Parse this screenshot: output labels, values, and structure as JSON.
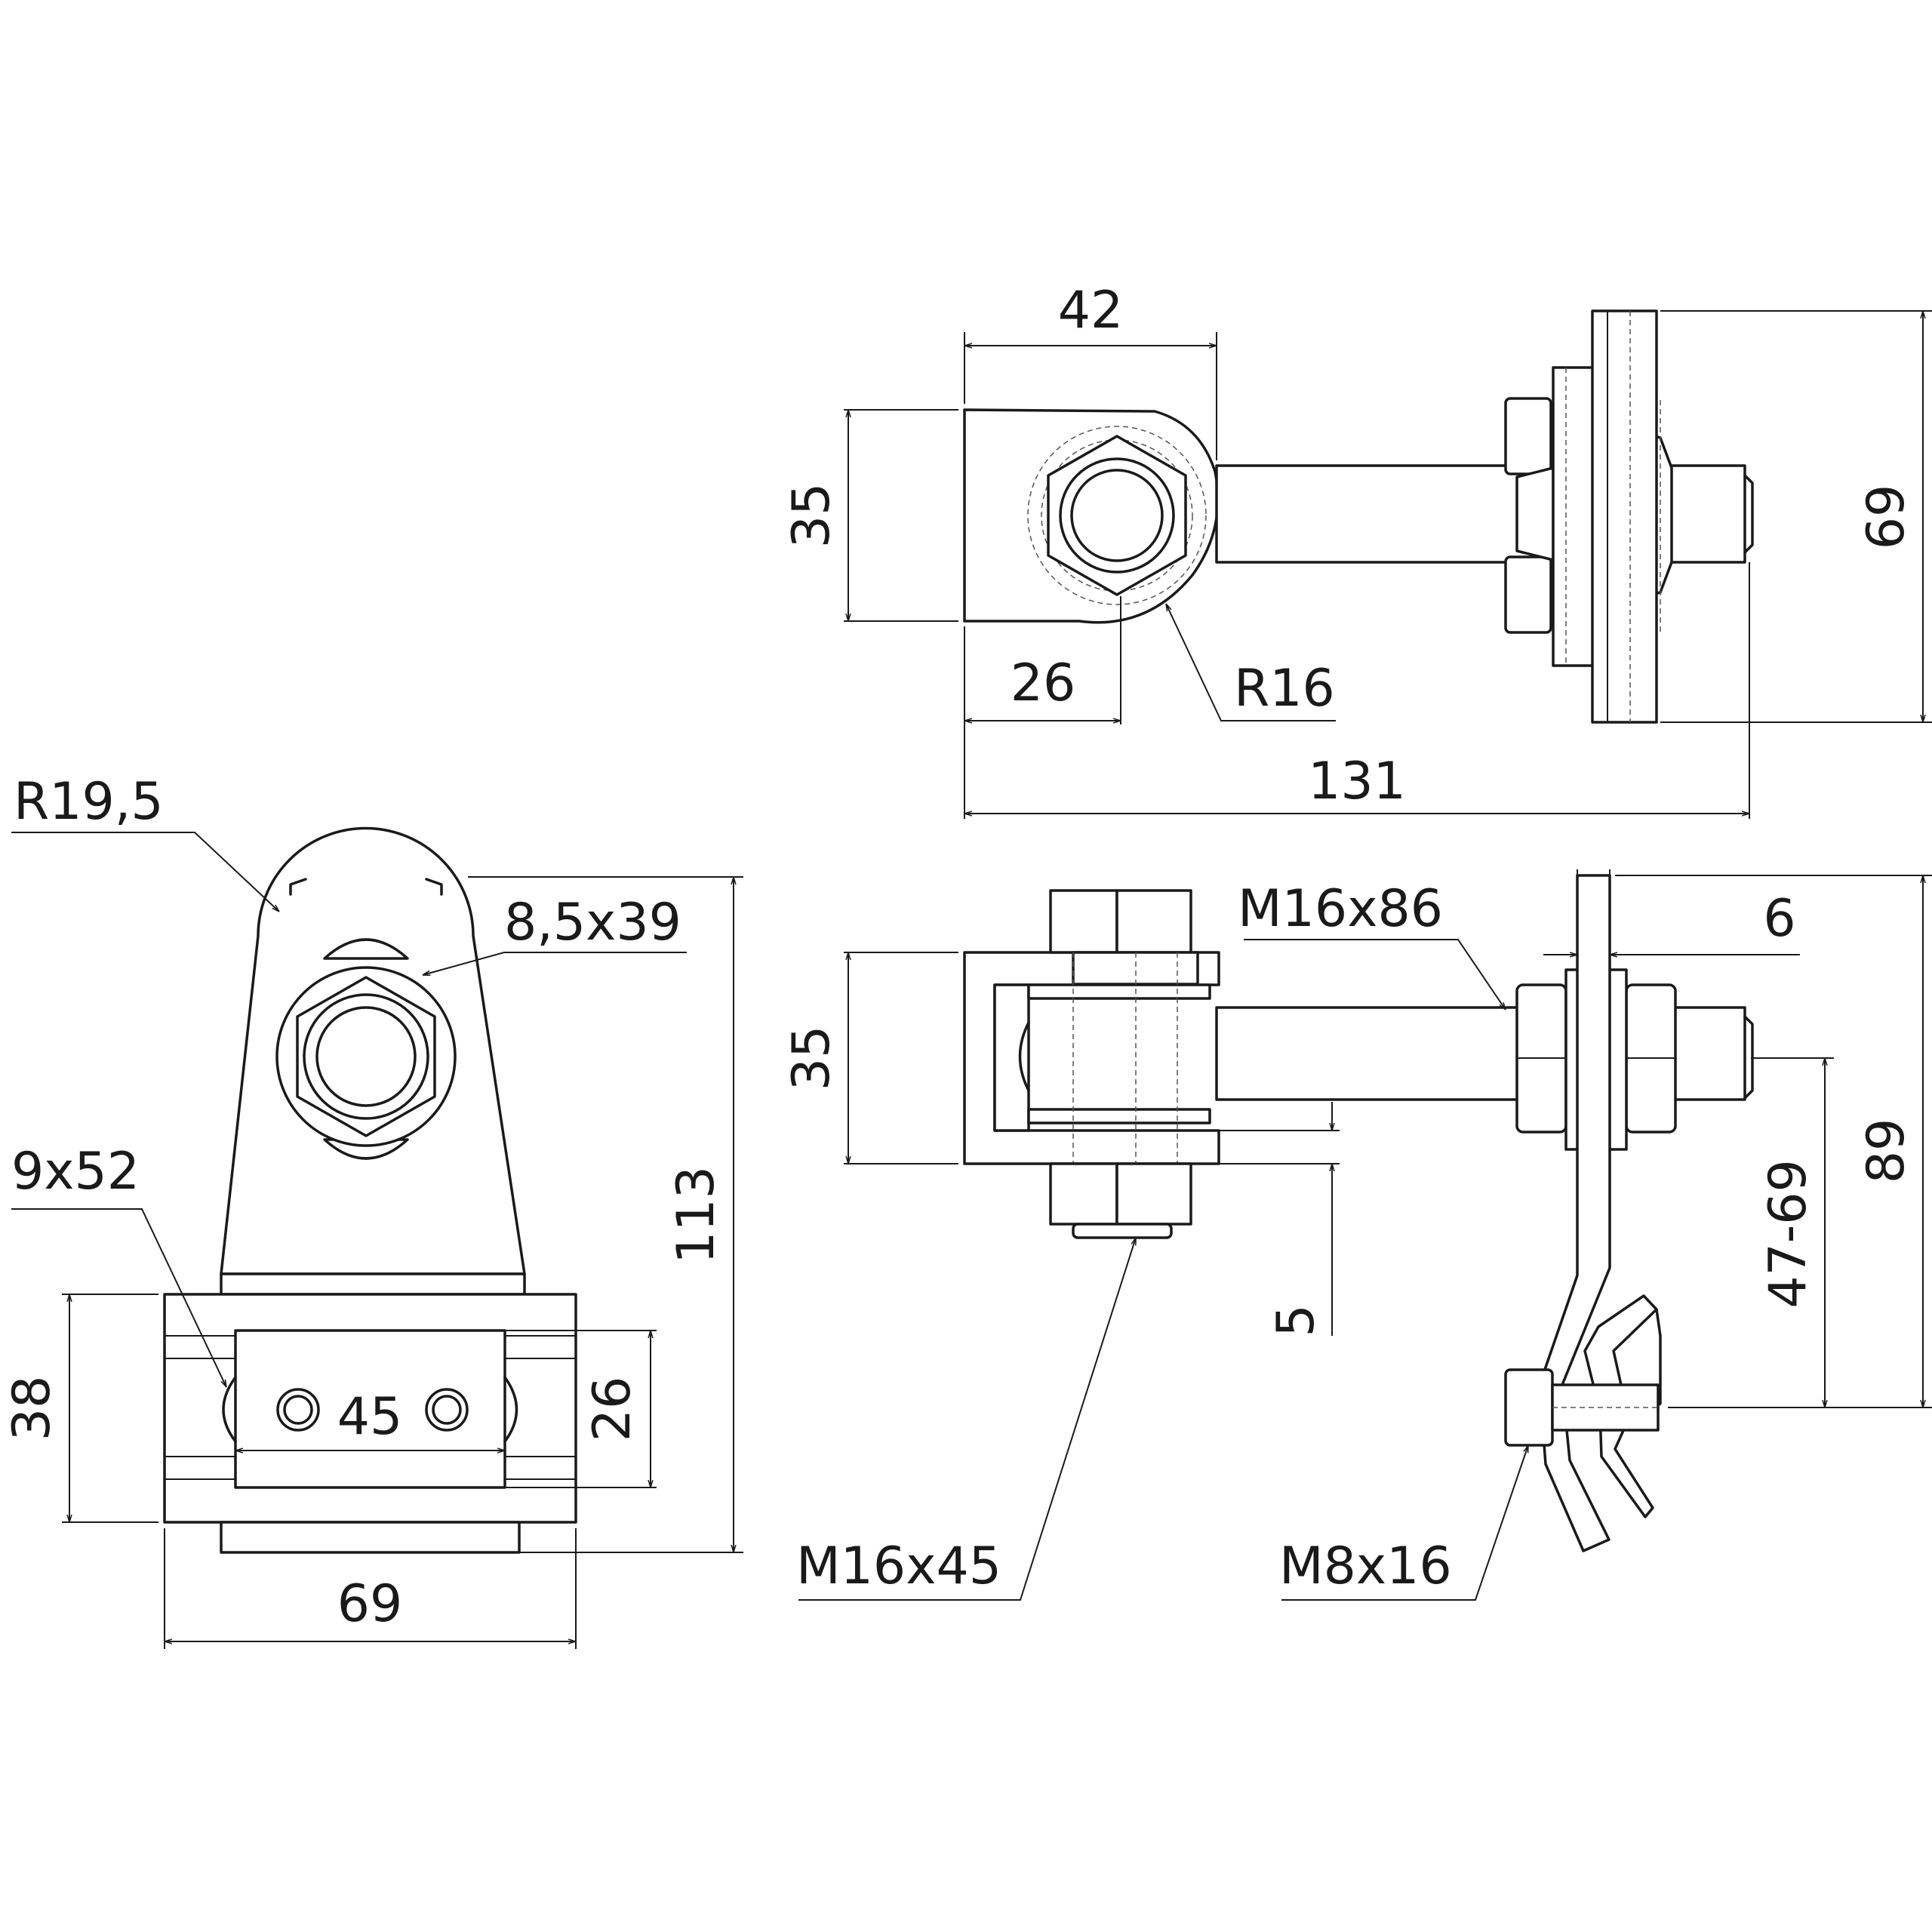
{
  "dimensions": {
    "top_width": "42",
    "top_height": "35",
    "top_offset": "26",
    "top_radius": "R16",
    "top_total_length": "131",
    "top_plate_height": "69",
    "left_radius": "R19,5",
    "left_slot": "8,5x39",
    "left_slot_lower": "9x52",
    "left_height_38": "38",
    "left_hole_spacing": "45",
    "left_inner_26": "26",
    "left_total_height": "113",
    "left_width": "69",
    "right_bolt_m16x86": "M16x86",
    "right_plate_thickness": "6",
    "right_height": "35",
    "right_adjust_range": "47-69",
    "right_total_89": "89",
    "right_gap_5": "5",
    "right_bolt_m16x45": "M16x45",
    "right_screw_m8x16": "M8x16"
  },
  "colors": {
    "line": "#1a1a1a",
    "background": "#ffffff"
  }
}
